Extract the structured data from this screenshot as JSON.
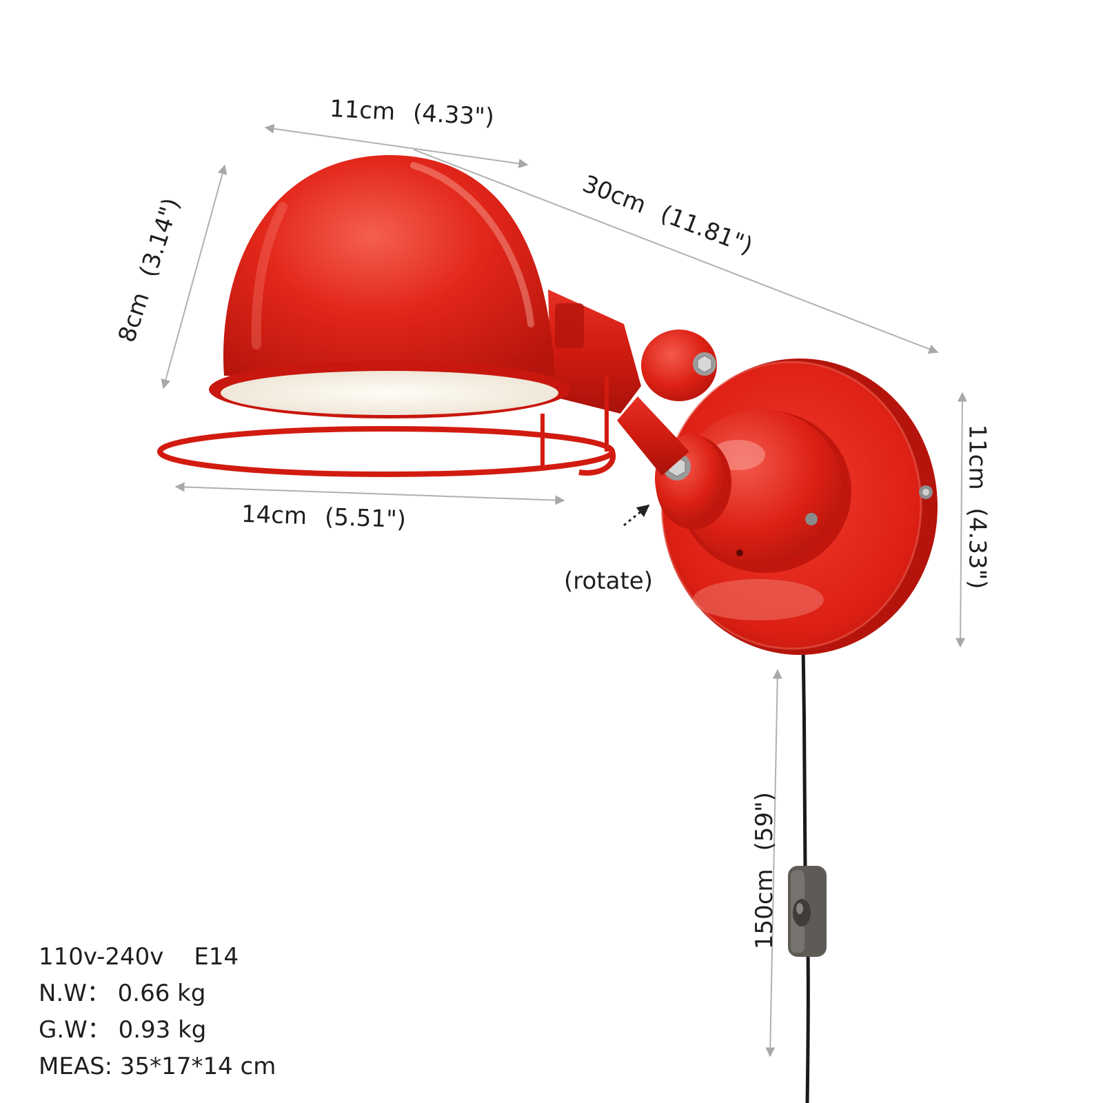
{
  "colors": {
    "lamp_red": "#e01f14",
    "lamp_dark": "#a8120b",
    "lamp_light": "#f2574b",
    "dimension_line": "#b0b0b0",
    "cord": "#1a1a1a",
    "switch": "#5e5a56"
  },
  "dimensions": {
    "shade_depth": {
      "cm": "11cm",
      "inch": "(4.33\")"
    },
    "shade_height": {
      "cm": "8cm",
      "inch": "(3.14\")"
    },
    "arm_length": {
      "cm": "30cm",
      "inch": "(11.81\")"
    },
    "ring_width": {
      "cm": "14cm",
      "inch": "(5.51\")"
    },
    "base_diameter": {
      "cm": "11cm",
      "inch": "(4.33\")"
    },
    "cord_length": {
      "cm": "150cm",
      "inch": "(59\")"
    }
  },
  "rotate_label": "(rotate)",
  "specs": {
    "voltage": "110v-240v",
    "socket": "E14",
    "net_weight": "N.W： 0.66 kg",
    "gross_weight": "G.W： 0.93 kg",
    "measurements": "MEAS: 35*17*14 cm"
  }
}
